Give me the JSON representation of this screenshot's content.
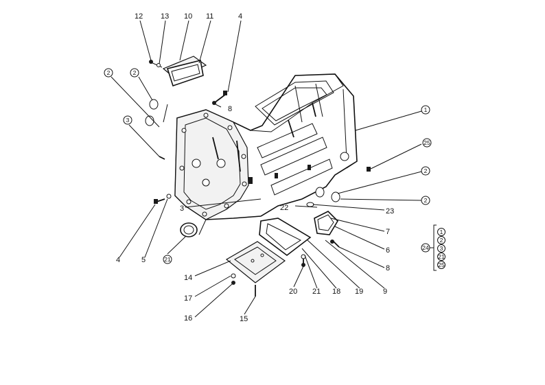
{
  "parts": {
    "p12": "12",
    "p13": "13",
    "p10": "10",
    "p11": "11",
    "p4a": "4",
    "p2a": "2",
    "p2b": "2",
    "p8a": "8",
    "p3a": "3",
    "p1": "1",
    "p25": "25",
    "p2c": "2",
    "p2d": "2",
    "p22": "22",
    "p23": "23",
    "p3b": "3",
    "p7": "7",
    "p6": "6",
    "p8b": "8",
    "p9": "9",
    "p4b": "4",
    "p5": "5",
    "p21a": "21",
    "p14": "14",
    "p17": "17",
    "p16": "16",
    "p15": "15",
    "p20": "20",
    "p21b": "21",
    "p18": "18",
    "p19": "19",
    "p24": "24",
    "k1": "1",
    "k2": "2",
    "k3": "3",
    "k4": "21",
    "k5": "25"
  }
}
